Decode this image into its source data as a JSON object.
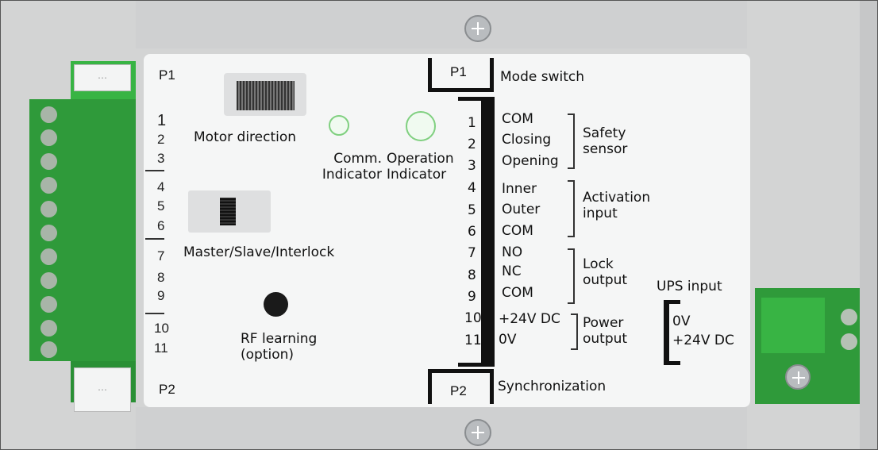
{
  "board": {
    "p1_top": "P1",
    "p2_bottom": "P2",
    "pin_numbers_left": [
      "1",
      "2",
      "3",
      "4",
      "5",
      "6",
      "7",
      "8",
      "9",
      "10",
      "11"
    ],
    "motor_direction": "Motor direction",
    "comm_indicator": "Comm.\nIndicator",
    "operation_indicator": "Operation\nIndicator",
    "master_slave": "Master/Slave/Interlock",
    "rf_learning": "RF learning\n(option)",
    "connector_dots": "⋯"
  },
  "terminal": {
    "p1_box": "P1",
    "mode_switch": "Mode switch",
    "p2_box": "P2",
    "synchronization": "Synchronization",
    "pins": [
      {
        "num": "1",
        "sig": "COM"
      },
      {
        "num": "2",
        "sig": "Closing"
      },
      {
        "num": "3",
        "sig": "Opening"
      },
      {
        "num": "4",
        "sig": "Inner"
      },
      {
        "num": "5",
        "sig": "Outer"
      },
      {
        "num": "6",
        "sig": "COM"
      },
      {
        "num": "7",
        "sig": "NO"
      },
      {
        "num": "8",
        "sig": "NC"
      },
      {
        "num": "9",
        "sig": "COM"
      },
      {
        "num": "10",
        "sig": "+24V DC"
      },
      {
        "num": "11",
        "sig": "0V"
      }
    ],
    "groups": {
      "safety_sensor": "Safety\nsensor",
      "activation_input": "Activation\ninput",
      "lock_output": "Lock\noutput",
      "power_output": "Power\noutput"
    }
  },
  "ups": {
    "title": "UPS input",
    "pin_0v": "0V",
    "pin_24v": "+24V DC"
  },
  "colors": {
    "terminal_green": "#2f9a3a",
    "board_white": "#f5f6f6",
    "chassis_gray": "#d3d4d4"
  }
}
